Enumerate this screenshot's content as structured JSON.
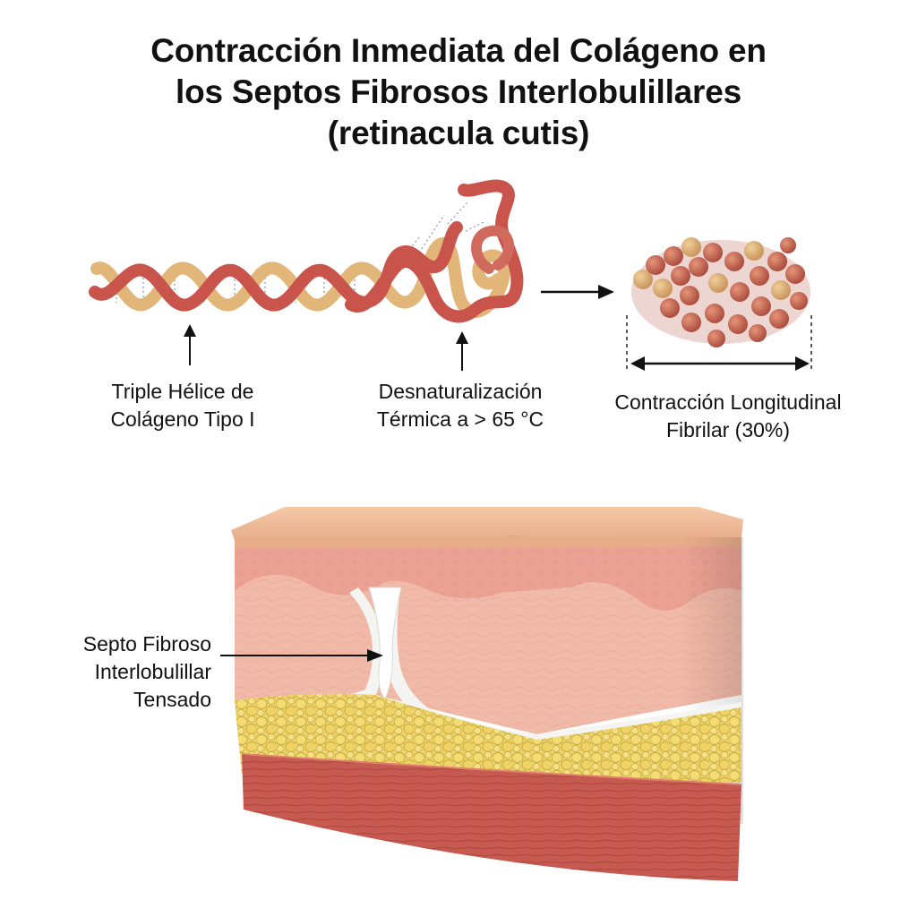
{
  "title": {
    "line1": "Contracción Inmediata del Colágeno en",
    "line2": "los Septos Fibrosos Interlobulillares",
    "line3": "(retinacula cutis)"
  },
  "labels": {
    "helix": {
      "line1": "Triple Hélice de",
      "line2": "Colágeno Tipo I"
    },
    "denaturation": {
      "line1": "Desnaturalización",
      "line2": "Térmica a > 65 °C"
    },
    "contraction": {
      "line1": "Contracción Longitudinal",
      "line2": "Fibrilar (30%)"
    },
    "septum": {
      "line1": "Septo Fibroso",
      "line2": "Interlobulillar",
      "line3": "Tensado"
    }
  },
  "colors": {
    "strand_red": "#c8544c",
    "strand_tan": "#e2b578",
    "epidermis": "#eebc9c",
    "dermis": "#f0b9a8",
    "fat": "#ecd36a",
    "muscle": "#c75a50",
    "septum": "#f4f4f2"
  }
}
